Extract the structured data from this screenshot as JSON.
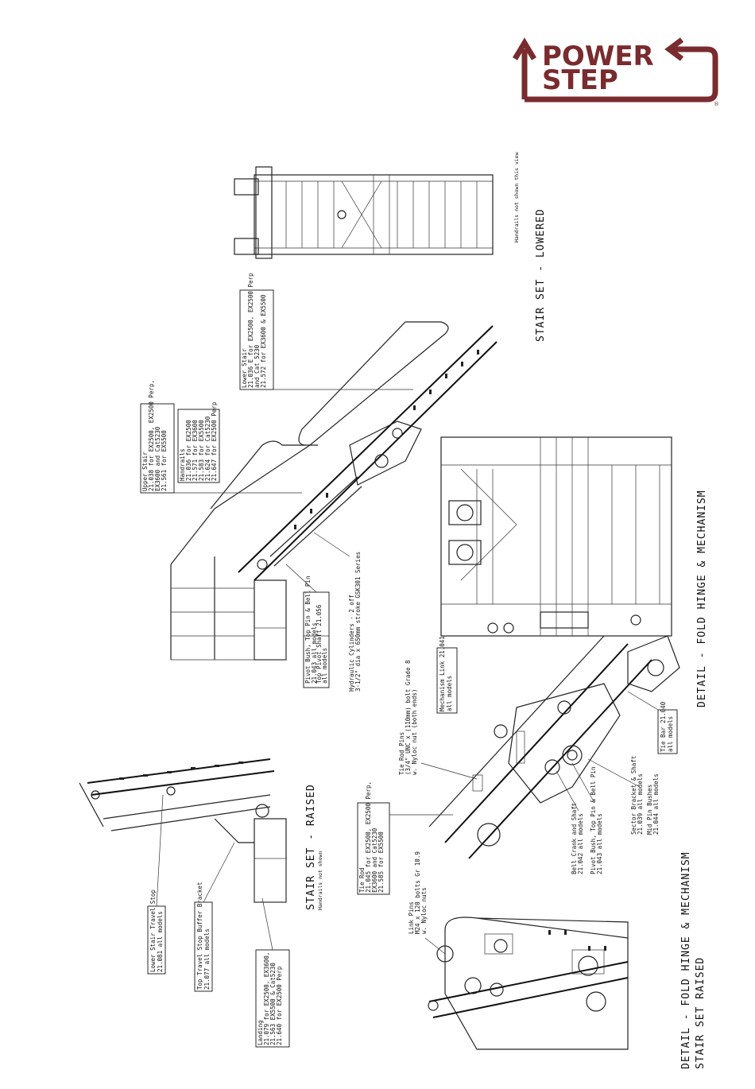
{
  "logo": {
    "line1": "POWER",
    "line2": "STEP",
    "mark": "®",
    "color": "#7a2b2e"
  },
  "titles": {
    "lowered": "STAIR SET - LOWERED",
    "handrails_lowered_note": "Handrails not shown this view",
    "raised": "STAIR SET - RAISED",
    "handrails_raised_note": "Handrails not shown",
    "fold_hinge": "DETAIL - FOLD HINGE & MECHANISM",
    "fold_hinge_raised_1": "DETAIL - FOLD HINGE & MECHANISM",
    "fold_hinge_raised_2": "STAIR SET RAISED"
  },
  "callouts": {
    "lower_stair": [
      "Lower Stair",
      "21.036 E for EX2500, EX2500 Perp",
      "and Cat 5230",
      "21.572 for EX3600 & EX5500"
    ],
    "upper_stair": [
      "Upper Stair",
      "21.038 for EX2500, EX2500 Perp,",
      "EX3600 and Cat5230",
      "21.561 for EX5500"
    ],
    "handrails": [
      "Handrails",
      "21.036 for EX2500",
      "21.571 for EX3600",
      "21.583 for EX5500",
      "21.624 for Cat5230",
      "21.647 for EX2500 Perp"
    ],
    "pivot_bush": [
      "Pivot Bush, Top Pin & Bell Pin",
      "21.043     all models",
      "Top Pivot Shaft  21.056",
      "all models"
    ],
    "hydraulic": [
      "Hydraulic Cylinders - 2 off",
      "3-1/2\" dia x 650mm stroke GSK301 Series"
    ],
    "mechanism_link": [
      "Mechanism Link  21.041",
      "all models"
    ],
    "tie_rod_pins": [
      "Tie Rod Pins",
      "(3/4\" UNC x (110mm) bolt Grade 8",
      "w. Nyloc nut (both ends)"
    ],
    "tie_rod": [
      "Tie Rod",
      "21.045 for EX2500, EX2500 Perp,",
      "EX3600 and Cat5230",
      "21.585 for EX5500"
    ],
    "tie_bar": [
      "Tie Bar  21.040",
      "all models"
    ],
    "sector_bracket": [
      "Sector Bracket & Shaft",
      "21.039     all models"
    ],
    "mid_pin": [
      "Mid Pin Bushes",
      "21.044     all models"
    ],
    "bell_crank": [
      "Bell Crank and Shaft",
      "21.042      all models"
    ],
    "pivot_bush2": [
      "Pivot Bush, Top Pin & Bell Pin",
      "21.043      all models"
    ],
    "link_pins": [
      "Link Pins",
      "M24 x 120 bolts Gr 10.9",
      "w. Nyloc nuts"
    ],
    "lower_stop": [
      "Lower Stair Travel Stop",
      "21.081    all models"
    ],
    "top_stop": [
      "Top Travel Stop Buffer Bracket",
      "21.077    all models"
    ],
    "landing": [
      "Landing",
      "21.079 for EX2500, EX3600,",
      "21.563 EX5500 & Cat5230",
      "21.640 for EX2500 Perp"
    ]
  }
}
